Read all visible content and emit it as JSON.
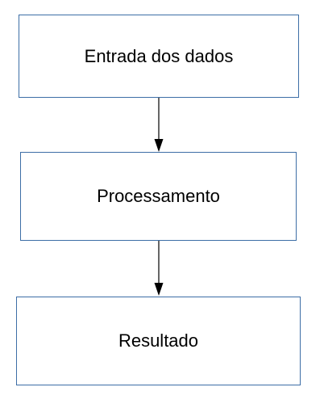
{
  "diagram": {
    "steps": [
      {
        "label": "Entrada dos dados"
      },
      {
        "label": "Processamento"
      },
      {
        "label": "Resultado"
      }
    ],
    "colors": {
      "box_border": "#3d6ea6",
      "arrow": "#000000",
      "text": "#000000",
      "background": "#ffffff"
    }
  }
}
